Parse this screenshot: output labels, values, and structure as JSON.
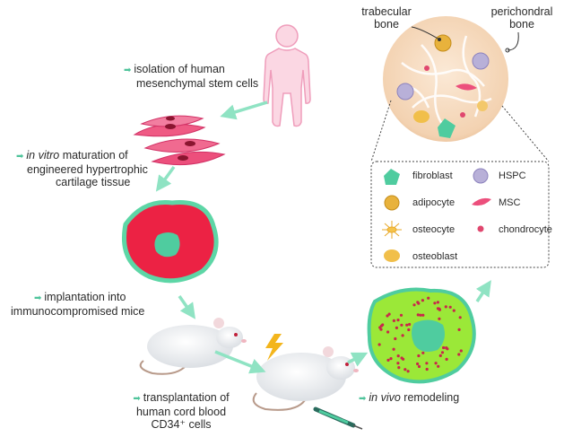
{
  "steps": {
    "isolation": {
      "line1": "isolation of human",
      "line2": "mesenchymal stem cells"
    },
    "maturation": {
      "italic": "in vitro",
      "rest": " maturation of",
      "line2": "engineered hypertrophic",
      "line3": "cartilage tissue"
    },
    "implantation": {
      "line1": "implantation into",
      "line2": "immunocompromised mice"
    },
    "transplantation": {
      "line1": "transplantation of",
      "line2": "human cord blood",
      "line3": "CD34⁺ cells"
    },
    "remodeling": {
      "italic": "in vivo",
      "rest": " remodeling"
    }
  },
  "bone_labels": {
    "trabecular": "trabecular\nbone",
    "trabecular_l1": "trabecular",
    "trabecular_l2": "bone",
    "perichondral_l1": "perichondral",
    "perichondral_l2": "bone"
  },
  "legend": {
    "items": [
      {
        "label": "fibroblast",
        "icon": "fibroblast-icon"
      },
      {
        "label": "HSPC",
        "icon": "hspc-icon"
      },
      {
        "label": "adipocyte",
        "icon": "adipocyte-icon"
      },
      {
        "label": "MSC",
        "icon": "msc-icon"
      },
      {
        "label": "osteocyte",
        "icon": "osteocyte-icon"
      },
      {
        "label": "chondrocyte",
        "icon": "chondrocyte-icon"
      },
      {
        "label": "osteoblast",
        "icon": "osteoblast-icon"
      }
    ]
  },
  "colors": {
    "arrow": "#8fe3c3",
    "bullet": "#4fc49b",
    "cartilage_red": "#ec2244",
    "teal": "#4fcc9f",
    "remodel_green": "#9be838",
    "bone_fill": "#f7dcc0",
    "human_pink": "#f7c6d6"
  }
}
